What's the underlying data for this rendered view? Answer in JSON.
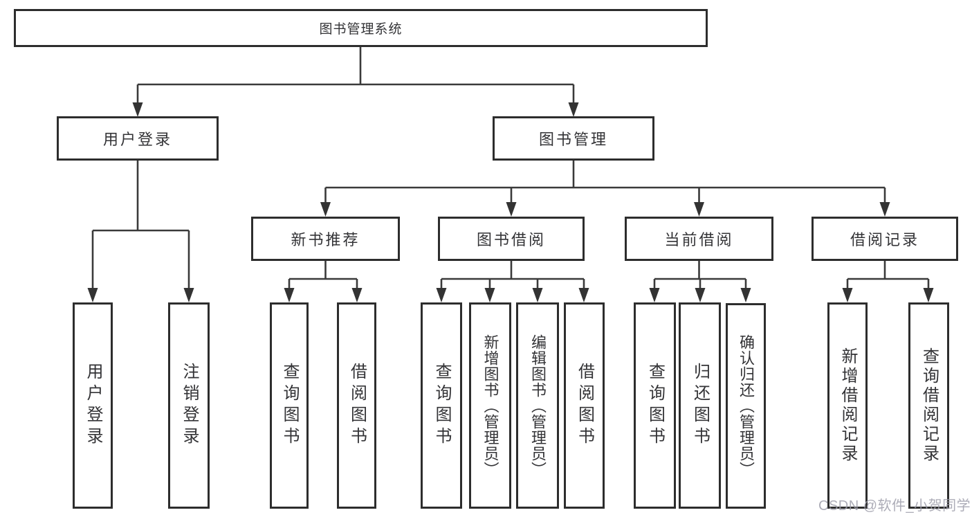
{
  "tree": {
    "root": {
      "label": "图书管理系统"
    },
    "branches": [
      {
        "label": "用户登录",
        "children": [
          {
            "label": "用户登录"
          },
          {
            "label": "注销登录"
          }
        ]
      },
      {
        "label": "图书管理",
        "children": [
          {
            "label": "新书推荐",
            "children": [
              {
                "label": "查询图书"
              },
              {
                "label": "借阅图书"
              }
            ]
          },
          {
            "label": "图书借阅",
            "children": [
              {
                "label": "查询图书"
              },
              {
                "label": "新增图书（管理员）"
              },
              {
                "label": "编辑图书（管理员）"
              },
              {
                "label": "借阅图书"
              }
            ]
          },
          {
            "label": "当前借阅",
            "children": [
              {
                "label": "查询图书"
              },
              {
                "label": "归还图书"
              },
              {
                "label": "确认归还（管理员）"
              }
            ]
          },
          {
            "label": "借阅记录",
            "children": [
              {
                "label": "新增借阅记录"
              },
              {
                "label": "查询借阅记录"
              }
            ]
          }
        ]
      }
    ]
  },
  "watermark": {
    "text": "CSDN @软件_小贺同学"
  },
  "colors": {
    "background": "#ffffff",
    "box_border": "#2d2d2d",
    "connector_line": "#3a3a3a",
    "text": "#333336",
    "watermark_text": "#9e9eaa"
  }
}
